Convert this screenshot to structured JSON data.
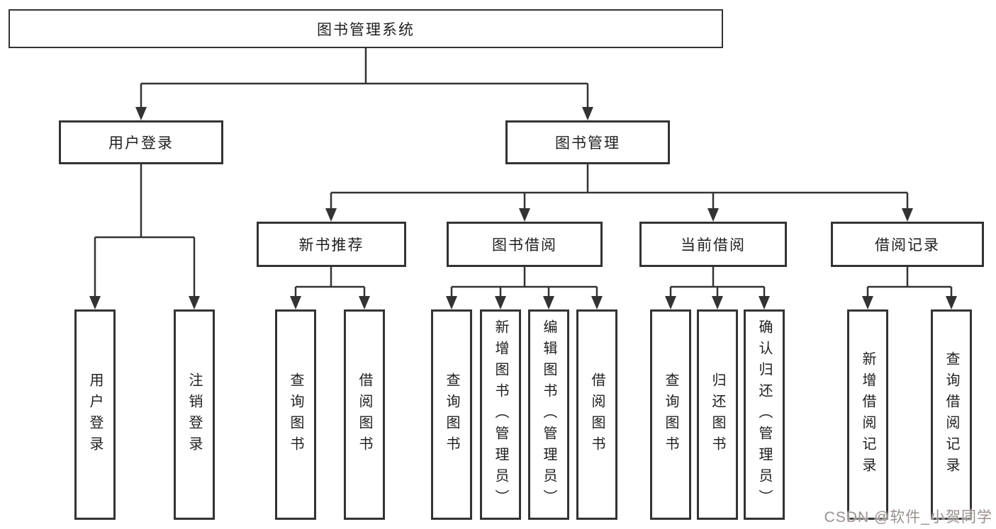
{
  "diagram": {
    "root": {
      "label": "图书管理系统"
    },
    "login": {
      "label": "用户登录",
      "children": [
        {
          "label": "用户登录"
        },
        {
          "label": "注销登录"
        }
      ]
    },
    "management": {
      "label": "图书管理",
      "sections": [
        {
          "label": "新书推荐",
          "children": [
            {
              "label": "查询图书"
            },
            {
              "label": "借阅图书"
            }
          ]
        },
        {
          "label": "图书借阅",
          "children": [
            {
              "label": "查询图书"
            },
            {
              "label": "新增图书（管理员）"
            },
            {
              "label": "编辑图书（管理员）"
            },
            {
              "label": "借阅图书"
            }
          ]
        },
        {
          "label": "当前借阅",
          "children": [
            {
              "label": "查询图书"
            },
            {
              "label": "归还图书"
            },
            {
              "label": "确认归还（管理员）"
            }
          ]
        },
        {
          "label": "借阅记录",
          "children": [
            {
              "label": "新增借阅记录"
            },
            {
              "label": "查询借阅记录"
            }
          ]
        }
      ]
    }
  },
  "watermark": {
    "text": "CSDN @软件_小贺同学",
    "color": "#9a8f8f"
  },
  "colors": {
    "line": "#333333",
    "text": "#1f1f1f",
    "node_background": "#ffffff",
    "page_background": "#ffffff"
  }
}
